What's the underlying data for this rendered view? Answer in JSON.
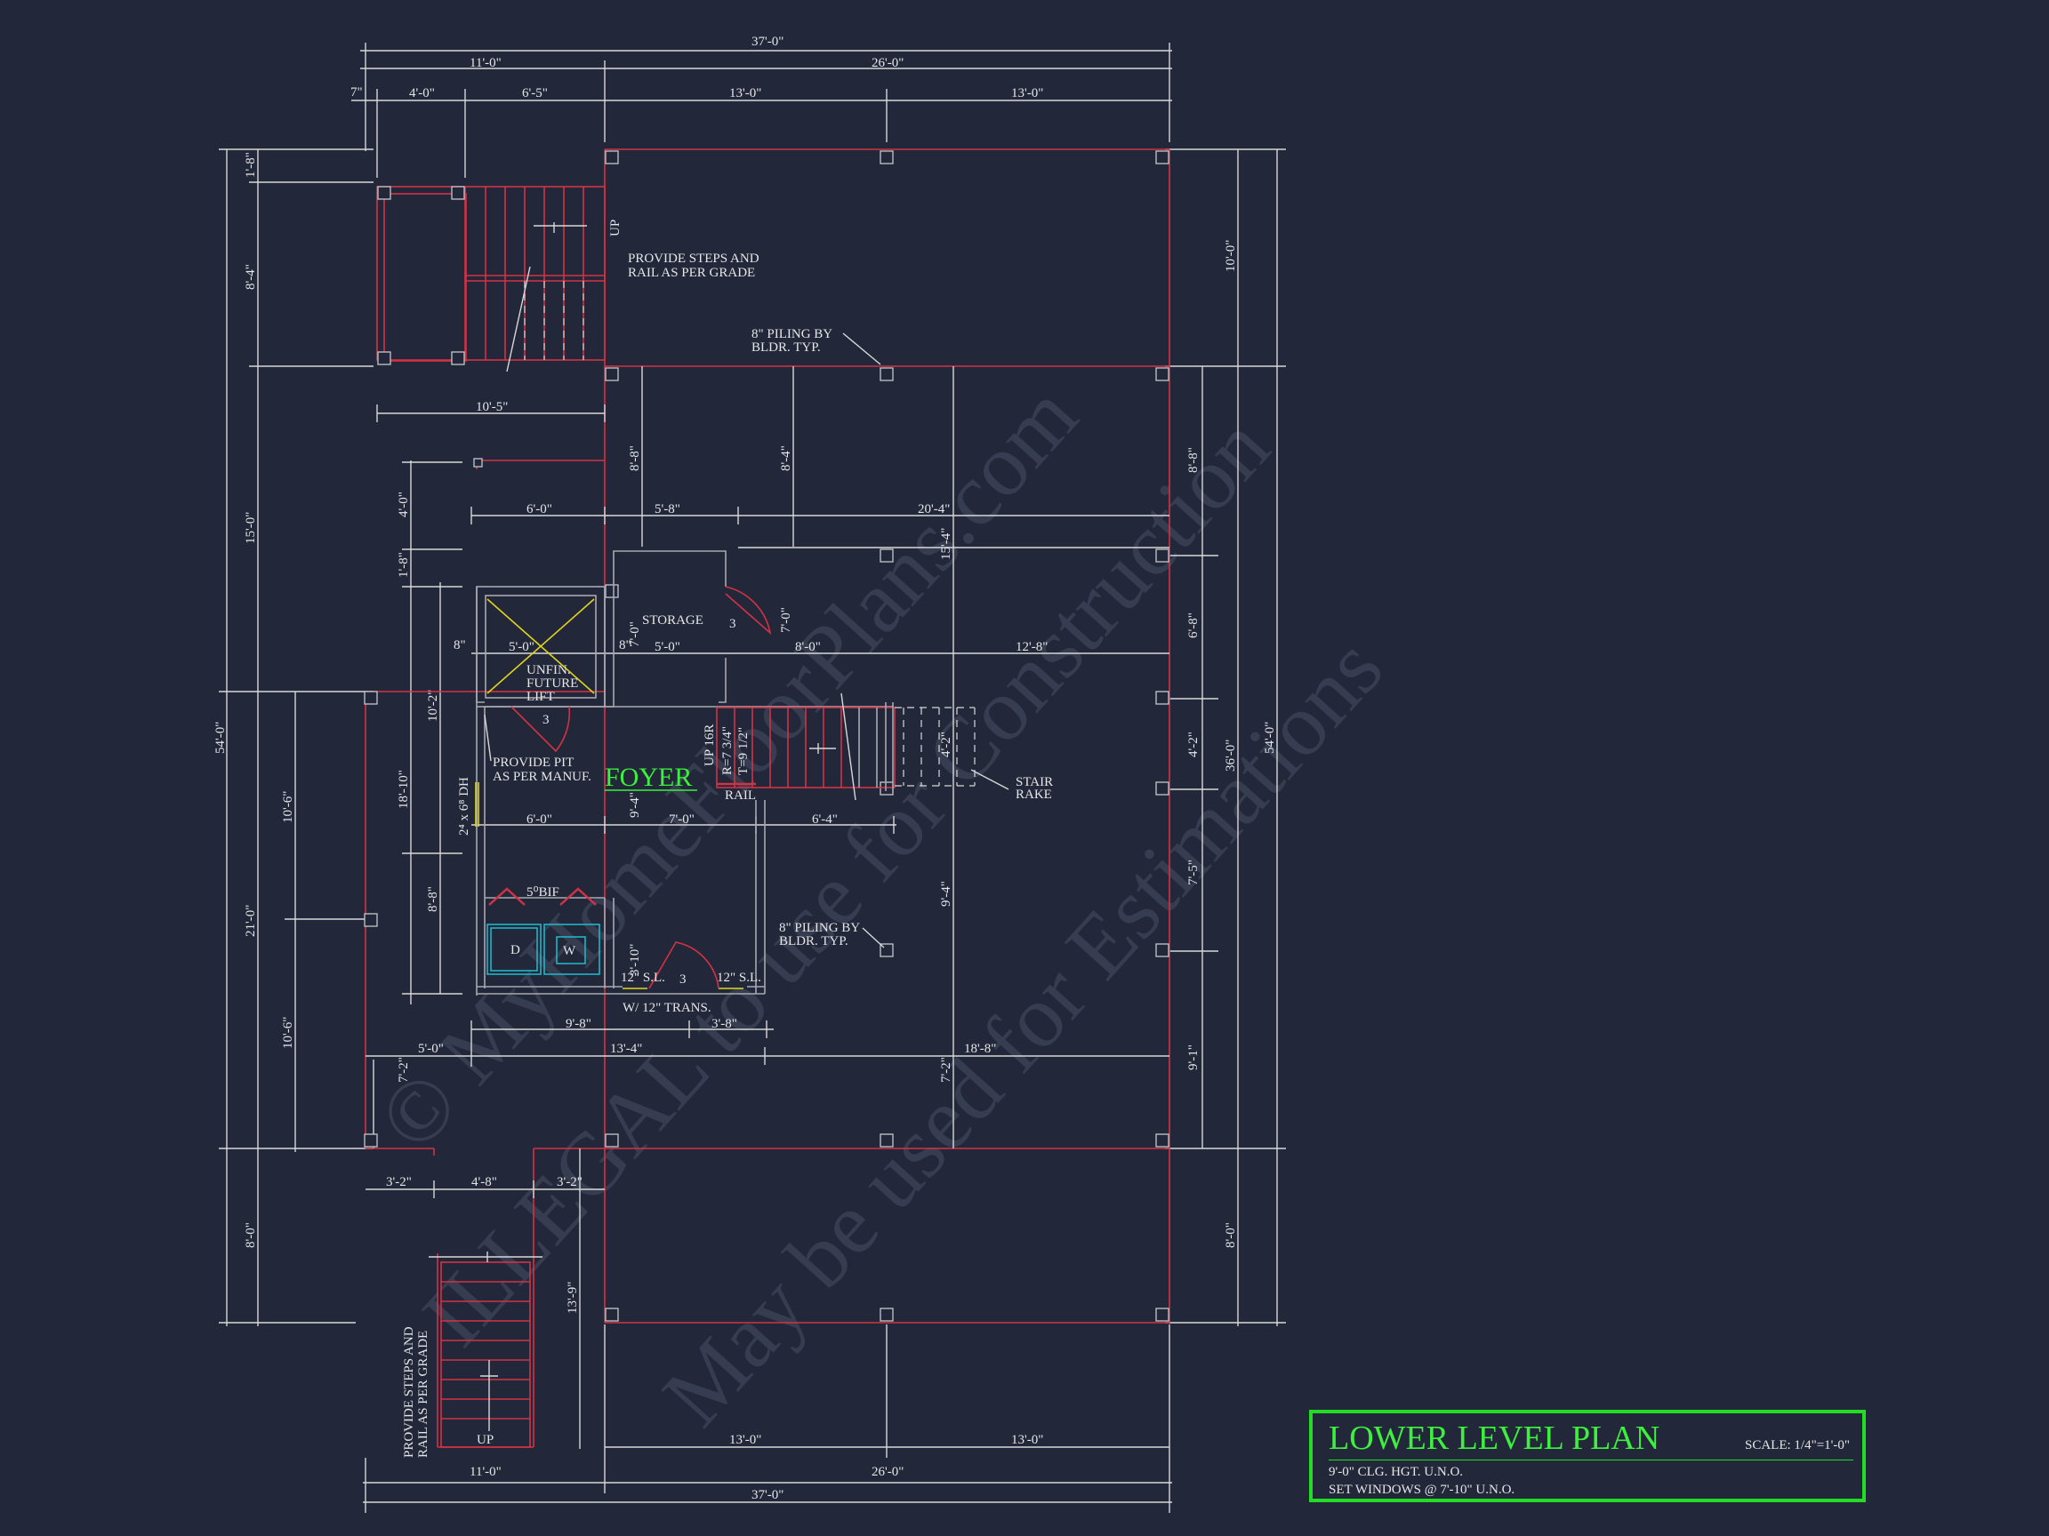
{
  "watermark": {
    "line1": "© MyHomeFloorPlans.com",
    "line2": "ILLEGAL to use for Construction",
    "line3": "May be used for Estimations"
  },
  "top_dims": {
    "overall": "37'-0\"",
    "left": "11'-0\"",
    "right": "26'-0\"",
    "seg_a": "7\"",
    "seg_b": "4'-0\"",
    "seg_c": "6'-5\"",
    "seg_d": "13'-0\"",
    "seg_e": "13'-0\""
  },
  "left_dims": {
    "overall": "54'-0\"",
    "a": "1'-8\"",
    "b": "8'-4\"",
    "c": "15'-0\"",
    "d": "21'-0\"",
    "e": "8'-0\"",
    "f": "10'-6\"",
    "g": "10'-6\"",
    "h": "4'-0\"",
    "i": "1'-8\"",
    "j": "18'-10\"",
    "k": "10'-2\"",
    "l": "8'-8\"",
    "m": "7'-2\""
  },
  "right_dims": {
    "overall": "54'-0\"",
    "a": "10'-0\"",
    "b": "36'-0\"",
    "c": "8'-8\"",
    "d": "6'-8\"",
    "e": "4'-2\"",
    "f": "7'-5\"",
    "g": "9'-1\"",
    "h": "8'-0\""
  },
  "interior_dims": {
    "d10_5": "10'-5\"",
    "d8_8": "8'-8\"",
    "d8_4": "8'-4\"",
    "d6_0_top": "6'-0\"",
    "d5_8": "5'-8\"",
    "d20_4": "20'-4\"",
    "d15_4": "15'-4\"",
    "d8in": "8\"",
    "d5_0a": "5'-0\"",
    "d8in_b": "8\"",
    "d7_0v": "7'-0\"",
    "d5_0b": "5'-0\"",
    "d7_0v2": "7'-0\"",
    "d8_0": "8'-0\"",
    "d12_8": "12'-8\"",
    "d4_2": "4'-2\"",
    "d6_0_mid": "6'-0\"",
    "d9_4": "9'-4\"",
    "d7_0_mid": "7'-0\"",
    "d6_4": "6'-4\"",
    "d9_4b": "9'-4\"",
    "d3_10": "3'-10\"",
    "d9_8": "9'-8\"",
    "d3_8": "3'-8\"",
    "d5_0c": "5'-0\"",
    "d13_4": "13'-4\"",
    "d18_8": "18'-8\"",
    "d7_2": "7'-2\"",
    "d3_2a": "3'-2\"",
    "d4_8": "4'-8\"",
    "d3_2b": "3'-2\"",
    "d13_9": "13'-9\""
  },
  "bottom_dims": {
    "seg_a": "13'-0\"",
    "seg_b": "13'-0\"",
    "left": "11'-0\"",
    "right": "26'-0\"",
    "overall": "37'-0\""
  },
  "labels": {
    "up_top": "UP",
    "steps_top_1": "PROVIDE STEPS AND",
    "steps_top_2": "RAIL AS PER GRADE",
    "piling1_1": "8\" PILING BY",
    "piling1_2": "BLDR. TYP.",
    "storage": "STORAGE",
    "door_3o_a": "3",
    "unfin_1": "UNFIN.",
    "unfin_2": "FUTURE",
    "unfin_3": "LIFT",
    "door_3o_b": "3",
    "pit_1": "PROVIDE PIT",
    "pit_2": "AS PER MANUF.",
    "foyer": "FOYER",
    "stair_up": "UP 16R",
    "stair_r": "R=7 3/4\"",
    "stair_t": "T=9 1/2\"",
    "rail": "RAIL",
    "rake_1": "STAIR",
    "rake_2": "RAKE",
    "window_dh": "2⁴ x 6⁸ DH",
    "bif": "5⁰BIF",
    "dryer": "D",
    "washer": "W",
    "sl_a": "12\" S.L.",
    "sl_b": "12\" S.L.",
    "door_3o_c": "3",
    "trans": "W/ 12\" TRANS.",
    "piling2_1": "8\" PILING BY",
    "piling2_2": "BLDR. TYP.",
    "steps_bot_1": "PROVIDE STEPS AND",
    "steps_bot_2": "RAIL AS PER GRADE",
    "up_bot": "UP"
  },
  "title_block": {
    "title": "LOWER LEVEL PLAN",
    "scale": "SCALE: 1/4\"=1'-0\"",
    "note1": "9'-0\" CLG. HGT. U.N.O.",
    "note2": "SET WINDOWS @ 7'-10\" U.N.O."
  },
  "colors": {
    "background": "#22273a",
    "lines": "#d8d8d8",
    "red_walls": "#d23344",
    "title_green": "#25dc25",
    "yellow": "#e0d51c",
    "cyan": "#21b5c9"
  }
}
